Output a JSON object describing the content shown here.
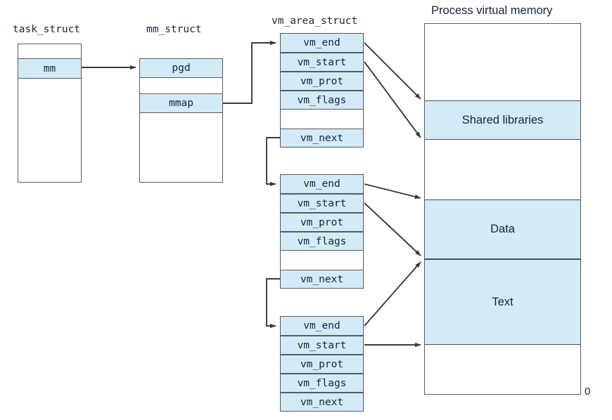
{
  "figure": {
    "title_process_memory": "Process virtual memory",
    "zero_label": "0"
  },
  "colors": {
    "field_fill": "#d3eaf7",
    "border": "#5a5a5a",
    "text": "#12263f",
    "arrow": "#3a3a3a",
    "background": "#ffffff"
  },
  "task_struct": {
    "caption": "task_struct",
    "rows": [
      {
        "label": "",
        "highlighted": false
      },
      {
        "label": "mm",
        "highlighted": true
      },
      {
        "label": "",
        "highlighted": false
      }
    ]
  },
  "mm_struct": {
    "caption": "mm_struct",
    "rows": [
      {
        "label": "pgd",
        "highlighted": true
      },
      {
        "label": "",
        "highlighted": false
      },
      {
        "label": "mmap",
        "highlighted": true
      },
      {
        "label": "",
        "highlighted": false
      }
    ]
  },
  "vm_area_struct": {
    "caption": "vm_area_struct",
    "blocks": [
      {
        "name": "vma-shared-libraries",
        "rows": [
          {
            "label": "vm_end",
            "highlighted": true
          },
          {
            "label": "vm_start",
            "highlighted": true
          },
          {
            "label": "vm_prot",
            "highlighted": true
          },
          {
            "label": "vm_flags",
            "highlighted": true
          },
          {
            "label": "",
            "highlighted": false
          },
          {
            "label": "vm_next",
            "highlighted": true
          }
        ]
      },
      {
        "name": "vma-data",
        "rows": [
          {
            "label": "vm_end",
            "highlighted": true
          },
          {
            "label": "vm_start",
            "highlighted": true
          },
          {
            "label": "vm_prot",
            "highlighted": true
          },
          {
            "label": "vm_flags",
            "highlighted": true
          },
          {
            "label": "",
            "highlighted": false
          },
          {
            "label": "vm_next",
            "highlighted": true
          }
        ]
      },
      {
        "name": "vma-text",
        "rows": [
          {
            "label": "vm_end",
            "highlighted": true
          },
          {
            "label": "vm_start",
            "highlighted": true
          },
          {
            "label": "vm_prot",
            "highlighted": true
          },
          {
            "label": "vm_flags",
            "highlighted": true
          },
          {
            "label": "vm_next",
            "highlighted": true
          }
        ]
      }
    ]
  },
  "process_memory": {
    "segments": [
      {
        "label": "",
        "highlighted": false
      },
      {
        "label": "Shared libraries",
        "highlighted": true
      },
      {
        "label": "",
        "highlighted": false
      },
      {
        "label": "Data",
        "highlighted": true
      },
      {
        "label": "Text",
        "highlighted": true
      },
      {
        "label": "",
        "highlighted": false
      }
    ]
  }
}
